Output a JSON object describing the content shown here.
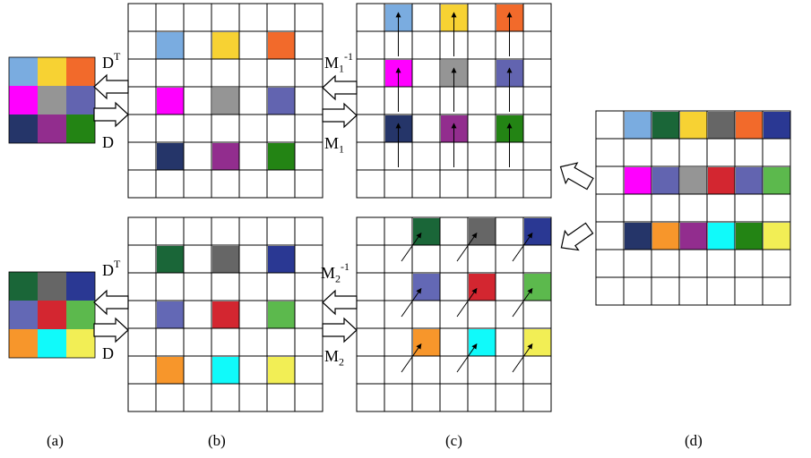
{
  "captions": [
    "(a)",
    "(b)",
    "(c)",
    "(d)"
  ],
  "labels": {
    "top_dt": {
      "base": "D",
      "sup": "T"
    },
    "top_d": {
      "base": "D"
    },
    "bot_dt": {
      "base": "D",
      "sup": "T"
    },
    "bot_d": {
      "base": "D"
    },
    "m1_inv": {
      "base": "M",
      "sub": "1",
      "sup": "-1"
    },
    "m1": {
      "base": "M",
      "sub": "1"
    },
    "m2_inv": {
      "base": "M",
      "sub": "2",
      "sup": "-1"
    },
    "m2": {
      "base": "M",
      "sub": "2"
    }
  },
  "palettes": {
    "top": [
      "#7aace0",
      "#f7d233",
      "#f26a2b",
      "#ff00ff",
      "#959595",
      "#6264b0",
      "#253569",
      "#922d8e",
      "#238414"
    ],
    "bottom": [
      "#1a6638",
      "#666666",
      "#2a3893",
      "#6368b5",
      "#d32630",
      "#5cb94d",
      "#f7962b",
      "#10fafa",
      "#f2ee55"
    ]
  },
  "final_row1": [
    "#7aace0",
    "#1a6638",
    "#f7d233",
    "#666666",
    "#f26a2b",
    "#2a3893"
  ],
  "final_row3": [
    "#ff00ff",
    "#6264b0",
    "#959595",
    "#d32630",
    "#6264b0",
    "#5cb94d"
  ],
  "final_row5": [
    "#253569",
    "#f7962b",
    "#922d8e",
    "#10fafa",
    "#238414",
    "#f2ee55"
  ]
}
